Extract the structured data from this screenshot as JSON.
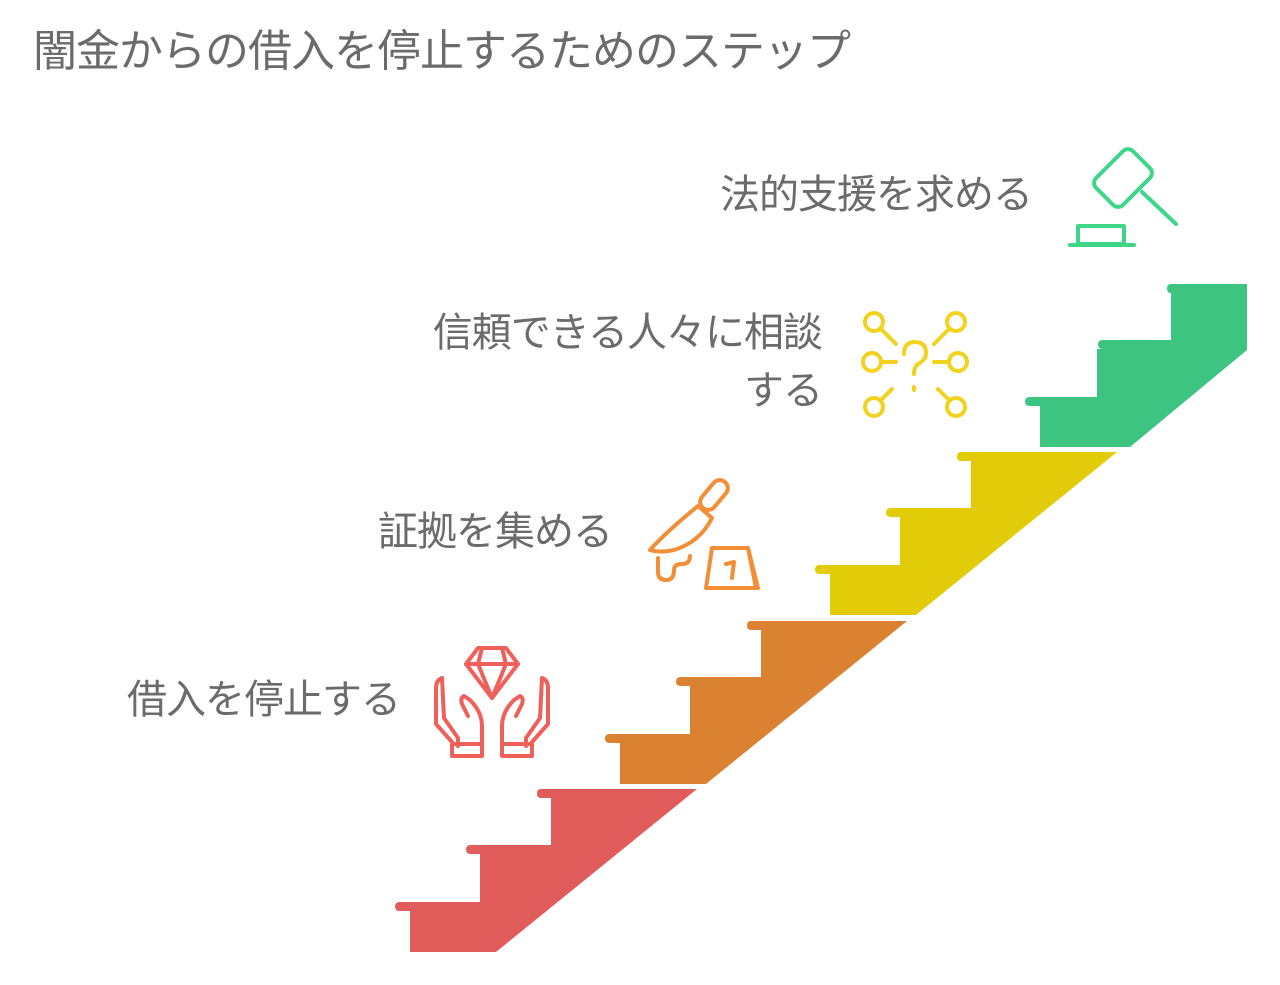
{
  "title": "闇金からの借入を停止するためのステップ",
  "steps": [
    {
      "label": "借入を停止する",
      "icon": "hands-diamond-icon",
      "color": "#e05c5a"
    },
    {
      "label": "証拠を集める",
      "icon": "knife-evidence-icon",
      "color": "#db8232"
    },
    {
      "label_line1": "信頼できる人々に相談",
      "label_line2": "する",
      "icon": "question-network-icon",
      "color": "#e2cc0a"
    },
    {
      "label": "法的支援を求める",
      "icon": "gavel-icon",
      "color": "#3ec481"
    }
  ],
  "icon_colors": {
    "hands_diamond": "#f0605a",
    "knife_evidence": "#f28f36",
    "question_network": "#f2d21c",
    "gavel": "#3fd68a"
  }
}
